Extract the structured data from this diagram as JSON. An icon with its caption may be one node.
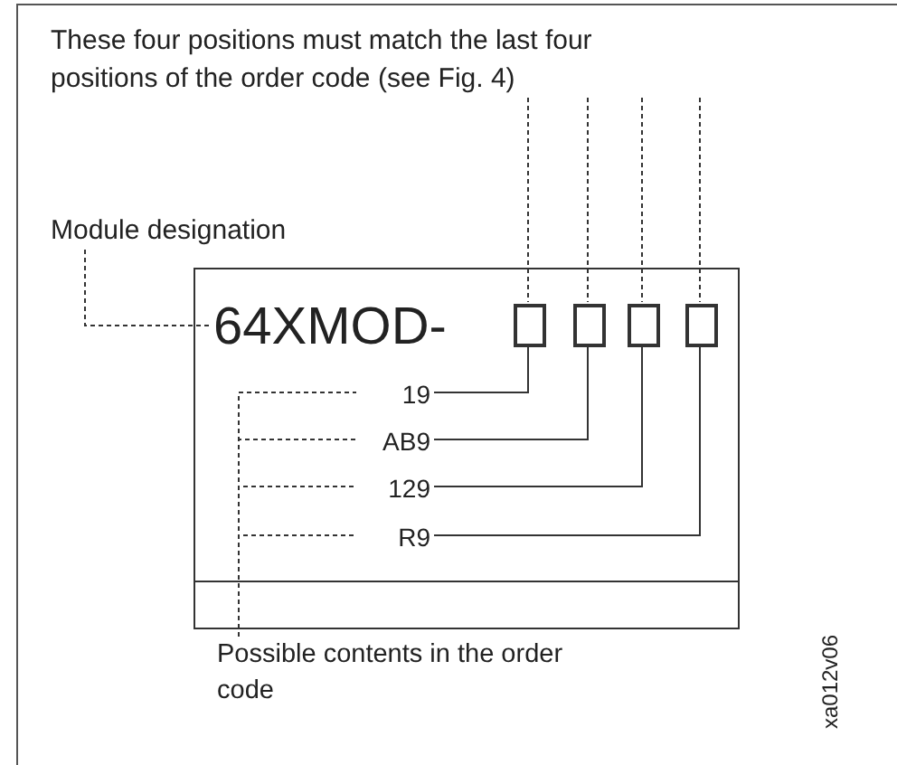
{
  "diagram": {
    "nodes": [
      {
        "text": [
          "These four positions must match the last four positions of the order code (see Fig. 4)"
        ]
      },
      {
        "text": [
          "Module designation"
        ]
      },
      {
        "text": [],
        "shape": "box"
      },
      {
        "text": [
          "64XMOD-"
        ],
        "in": 2
      },
      {
        "text": [],
        "shape": "box",
        "in": 2
      },
      {
        "text": [],
        "shape": "box",
        "in": 2
      },
      {
        "text": [],
        "shape": "box",
        "in": 2
      },
      {
        "text": [],
        "shape": "box",
        "in": 2
      },
      {
        "text": [
          "19"
        ],
        "in": 2
      },
      {
        "text": [
          "AB9"
        ],
        "in": 2
      },
      {
        "text": [
          "129"
        ],
        "in": 2
      },
      {
        "text": [
          "R9"
        ],
        "in": 2
      },
      {
        "text": [
          "Possible contents in the order code"
        ]
      }
    ],
    "edges": [
      {
        "from": 0,
        "to": 4,
        "arrow": "none",
        "style": "dashed"
      },
      {
        "from": 0,
        "to": 5,
        "arrow": "none",
        "style": "dashed"
      },
      {
        "from": 0,
        "to": 6,
        "arrow": "none",
        "style": "dashed"
      },
      {
        "from": 0,
        "to": 7,
        "arrow": "none",
        "style": "dashed"
      },
      {
        "from": 1,
        "to": 3,
        "arrow": "none",
        "style": "dashed"
      },
      {
        "from": 8,
        "to": 4,
        "arrow": "none"
      },
      {
        "from": 9,
        "to": 5,
        "arrow": "none"
      },
      {
        "from": 10,
        "to": 6,
        "arrow": "none"
      },
      {
        "from": 11,
        "to": 7,
        "arrow": "none"
      },
      {
        "from": 12,
        "to": 8,
        "arrow": "none",
        "style": "dashed"
      },
      {
        "from": 12,
        "to": 9,
        "arrow": "none",
        "style": "dashed"
      },
      {
        "from": 12,
        "to": 10,
        "arrow": "none",
        "style": "dashed"
      },
      {
        "from": 12,
        "to": 11,
        "arrow": "none",
        "style": "dashed"
      }
    ],
    "labels": [
      "xa012v06"
    ]
  }
}
